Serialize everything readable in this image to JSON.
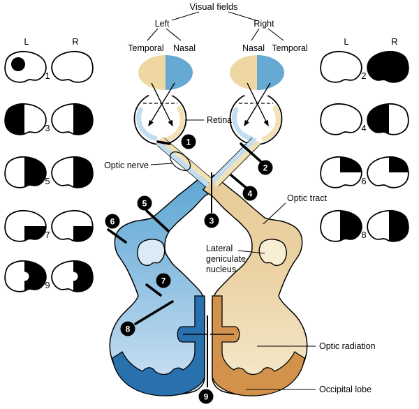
{
  "labels": {
    "visual_fields": "Visual fields",
    "left": "Left",
    "right": "Right",
    "left_temporal": "Temporal",
    "left_nasal": "Nasal",
    "right_nasal": "Nasal",
    "right_temporal": "Temporal",
    "retina": "Retina",
    "optic_nerve": "Optic nerve",
    "optic_tract": "Optic tract",
    "lgn_line1": "Lateral",
    "lgn_line2": "geniculate",
    "lgn_line3": "nucleus",
    "optic_radiation": "Optic radiation",
    "occipital_lobe": "Occipital lobe"
  },
  "columns": {
    "left_header_l": "L",
    "left_header_r": "R",
    "right_header_l": "L",
    "right_header_r": "R"
  },
  "lesion_markers": [
    {
      "label": "1"
    },
    {
      "label": "2"
    },
    {
      "label": "3"
    },
    {
      "label": "4"
    },
    {
      "label": "5"
    },
    {
      "label": "6"
    },
    {
      "label": "7"
    },
    {
      "label": "8"
    },
    {
      "label": "9"
    }
  ],
  "field_pairs": [
    {
      "number": "1",
      "column": "left",
      "left_defect": "central-spot",
      "right_defect": "none"
    },
    {
      "number": "2",
      "column": "right",
      "left_defect": "none",
      "right_defect": "full"
    },
    {
      "number": "3",
      "column": "left",
      "left_defect": "left-half",
      "right_defect": "right-half"
    },
    {
      "number": "4",
      "column": "right",
      "left_defect": "none",
      "right_defect": "left-half"
    },
    {
      "number": "5",
      "column": "left",
      "left_defect": "right-half",
      "right_defect": "right-half"
    },
    {
      "number": "6",
      "column": "right",
      "left_defect": "upper-right",
      "right_defect": "upper-right"
    },
    {
      "number": "7",
      "column": "left",
      "left_defect": "lower-right",
      "right_defect": "lower-right"
    },
    {
      "number": "8",
      "column": "right",
      "left_defect": "right-half",
      "right_defect": "right-half"
    },
    {
      "number": "9",
      "column": "left",
      "left_defect": "right-half-sparing",
      "right_defect": "right-half-sparing"
    }
  ],
  "colors": {
    "field_tan": "#EFD7A4",
    "field_blue": "#66A9D3",
    "nerve_blue_pale": "#C3DDF0",
    "nerve_tan_pale": "#F3E1B6",
    "tract_blue": "#5FA8D4",
    "tract_tan": "#E8CC9A",
    "radiation_blue_light": "#CDE2F3",
    "radiation_tan_light": "#F5EACD",
    "rim_blue": "#2871AE",
    "rim_orange": "#D2924C",
    "lgn_left": "#DCEAF5",
    "lgn_right": "#F8EED4",
    "ink": "#000000"
  }
}
